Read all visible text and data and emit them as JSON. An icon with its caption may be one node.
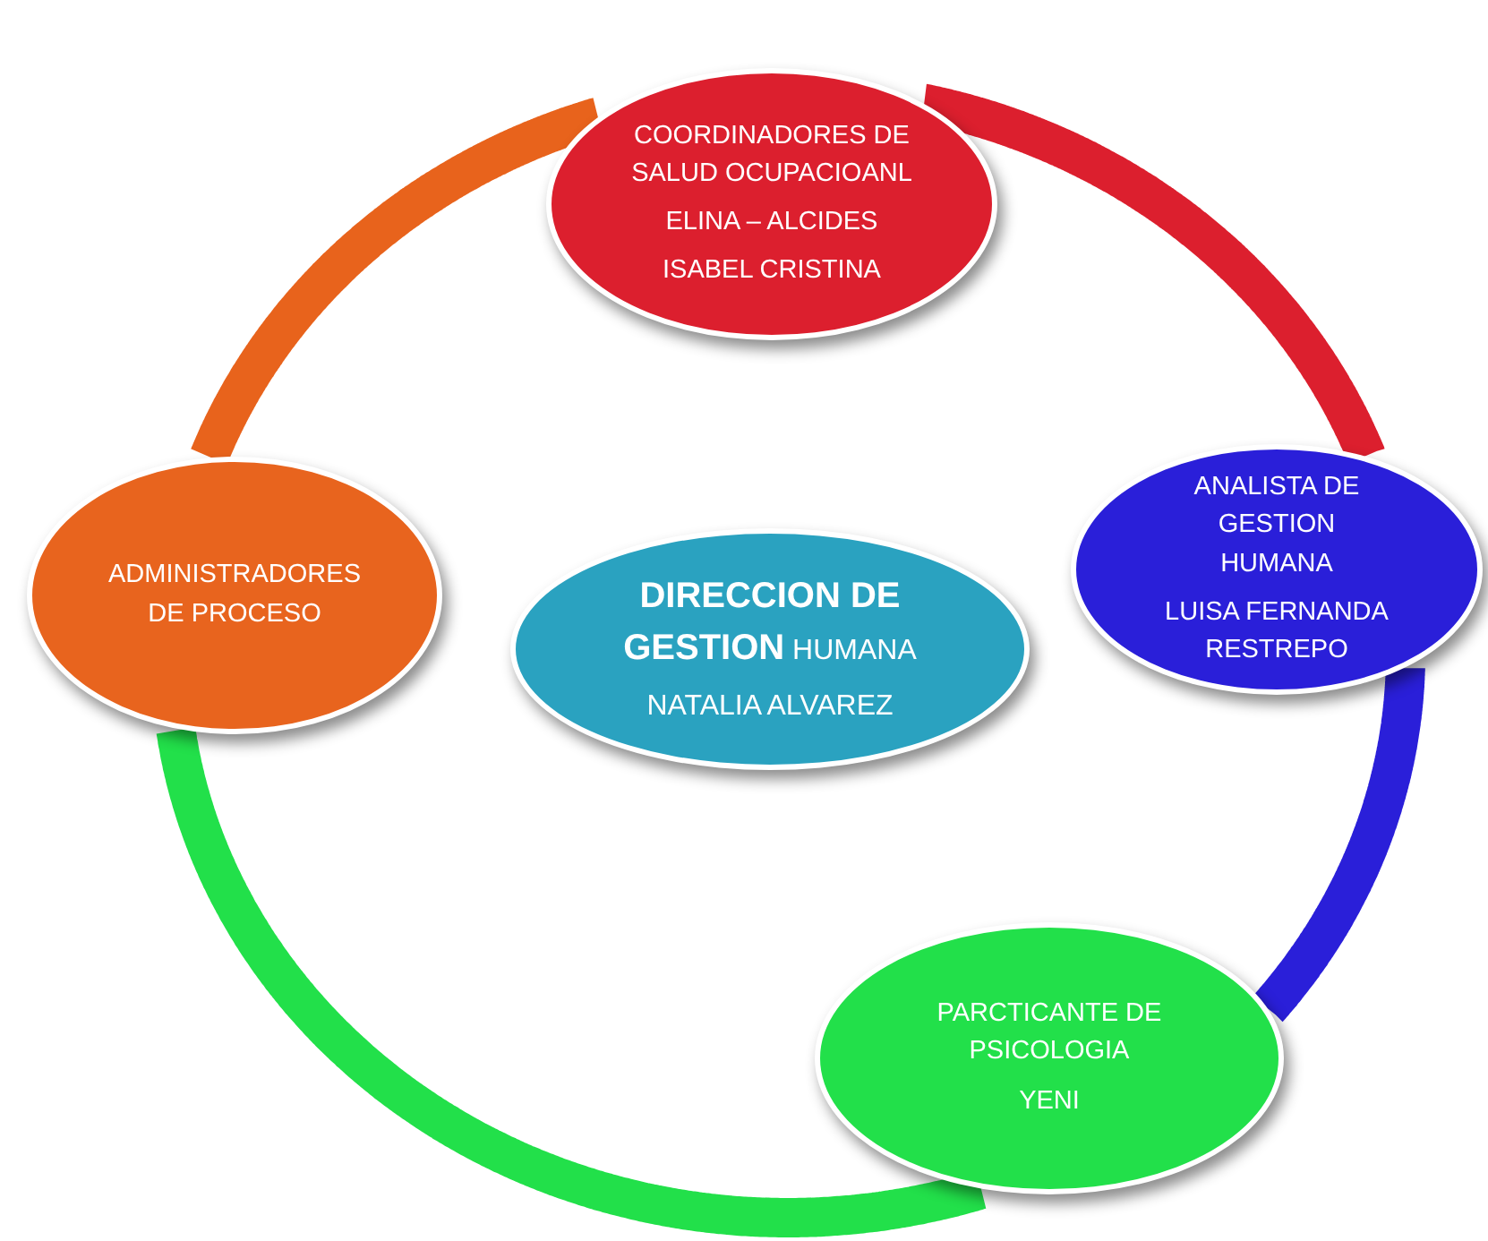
{
  "diagram": {
    "nodes": [
      {
        "text": [
          "COORDINADORES DE SALUD OCUPACIOANL",
          "ELINA – ALCIDES",
          "ISABEL CRISTINA"
        ]
      },
      {
        "text": [
          "ADMINISTRADORES DE PROCESO"
        ]
      },
      {
        "text": [
          "**DIRECCION DE GESTION** HUMANA",
          "NATALIA ALVAREZ"
        ]
      },
      {
        "text": [
          "ANALISTA DE GESTION HUMANA",
          "LUISA FERNANDA RESTREPO"
        ]
      },
      {
        "text": [
          "PARCTICANTE DE PSICOLOGIA",
          "YENI"
        ]
      }
    ],
    "edges": [
      {
        "from": 1,
        "to": 0,
        "arrow": "none",
        "color": "#e8631c"
      },
      {
        "from": 0,
        "to": 3,
        "arrow": "none",
        "color": "#dc1f2e"
      },
      {
        "from": 3,
        "to": 4,
        "arrow": "none",
        "color": "#2a1fd9"
      },
      {
        "from": 4,
        "to": 1,
        "arrow": "none",
        "color": "#22e04a"
      }
    ]
  }
}
